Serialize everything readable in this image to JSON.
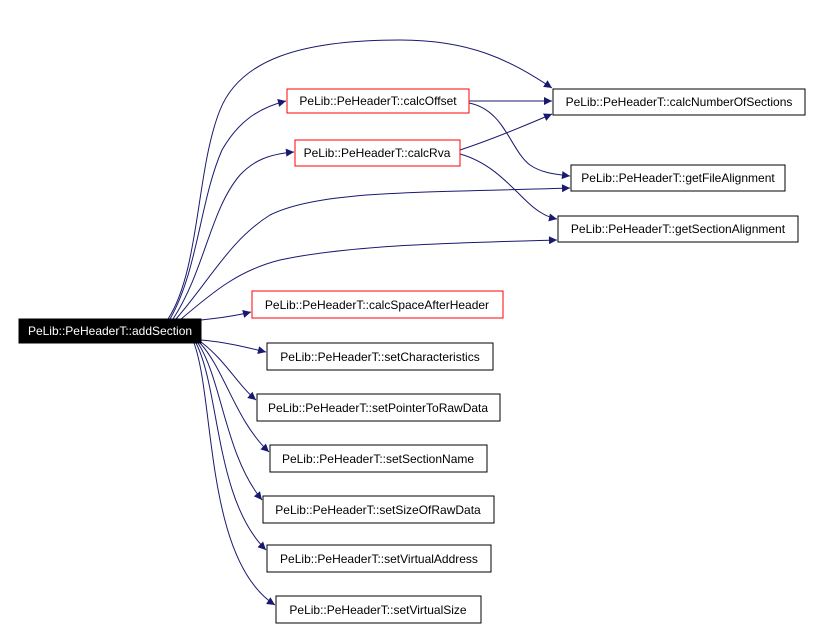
{
  "colors": {
    "root_fill": "#000000",
    "root_text": "#ffffff",
    "node_fill": "#ffffff",
    "node_text": "#000000",
    "black_border": "#000000",
    "red_border": "#ff0000",
    "edge": "#191970"
  },
  "nodes": {
    "root": {
      "label": "PeLib::PeHeaderT::addSection"
    },
    "calcOffset": {
      "label": "PeLib::PeHeaderT::calcOffset"
    },
    "calcRva": {
      "label": "PeLib::PeHeaderT::calcRva"
    },
    "calcNumberOfSections": {
      "label": "PeLib::PeHeaderT::calcNumberOfSections"
    },
    "getFileAlignment": {
      "label": "PeLib::PeHeaderT::getFileAlignment"
    },
    "getSectionAlignment": {
      "label": "PeLib::PeHeaderT::getSectionAlignment"
    },
    "calcSpaceAfterHeader": {
      "label": "PeLib::PeHeaderT::calcSpaceAfterHeader"
    },
    "setCharacteristics": {
      "label": "PeLib::PeHeaderT::setCharacteristics"
    },
    "setPointerToRawData": {
      "label": "PeLib::PeHeaderT::setPointerToRawData"
    },
    "setSectionName": {
      "label": "PeLib::PeHeaderT::setSectionName"
    },
    "setSizeOfRawData": {
      "label": "PeLib::PeHeaderT::setSizeOfRawData"
    },
    "setVirtualAddress": {
      "label": "PeLib::PeHeaderT::setVirtualAddress"
    },
    "setVirtualSize": {
      "label": "PeLib::PeHeaderT::setVirtualSize"
    }
  }
}
